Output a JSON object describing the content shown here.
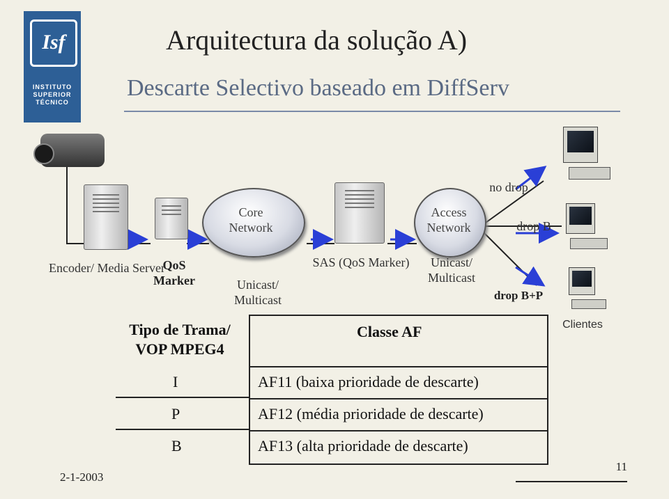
{
  "header": {
    "title": "Arquitectura da solução A)",
    "subtitle": "Descarte Selectivo baseado em DiffServ"
  },
  "logo": {
    "mark": "Isf",
    "text": "INSTITUTO SUPERIOR TÉCNICO"
  },
  "nodes": {
    "encoder": "Encoder/ Media Server",
    "qos_marker": "QoS Marker",
    "core_network": "Core Network",
    "unicast_core": "Unicast/ Multicast",
    "sas": "SAS (QoS Marker)",
    "access_network": "Access Network",
    "unicast_access": "Unicast/ Multicast",
    "clients": "Clientes"
  },
  "drops": {
    "no_drop": "no drop",
    "drop_b": "drop B",
    "drop_bp": "drop B+P"
  },
  "table": {
    "col1_header": "Tipo de Trama/ VOP MPEG4",
    "col2_header": "Classe AF",
    "rows": [
      {
        "frame": "I",
        "af": "AF11 (baixa prioridade de descarte)"
      },
      {
        "frame": "P",
        "af": "AF12 (média prioridade de descarte)"
      },
      {
        "frame": "B",
        "af": "AF13 (alta prioridade de descarte)"
      }
    ]
  },
  "footer": {
    "date": "2-1-2003",
    "page": "11"
  },
  "colors": {
    "arrow": "#2a3fd6",
    "title_line": "#7a8aa8",
    "logo": "#2d5f96"
  }
}
